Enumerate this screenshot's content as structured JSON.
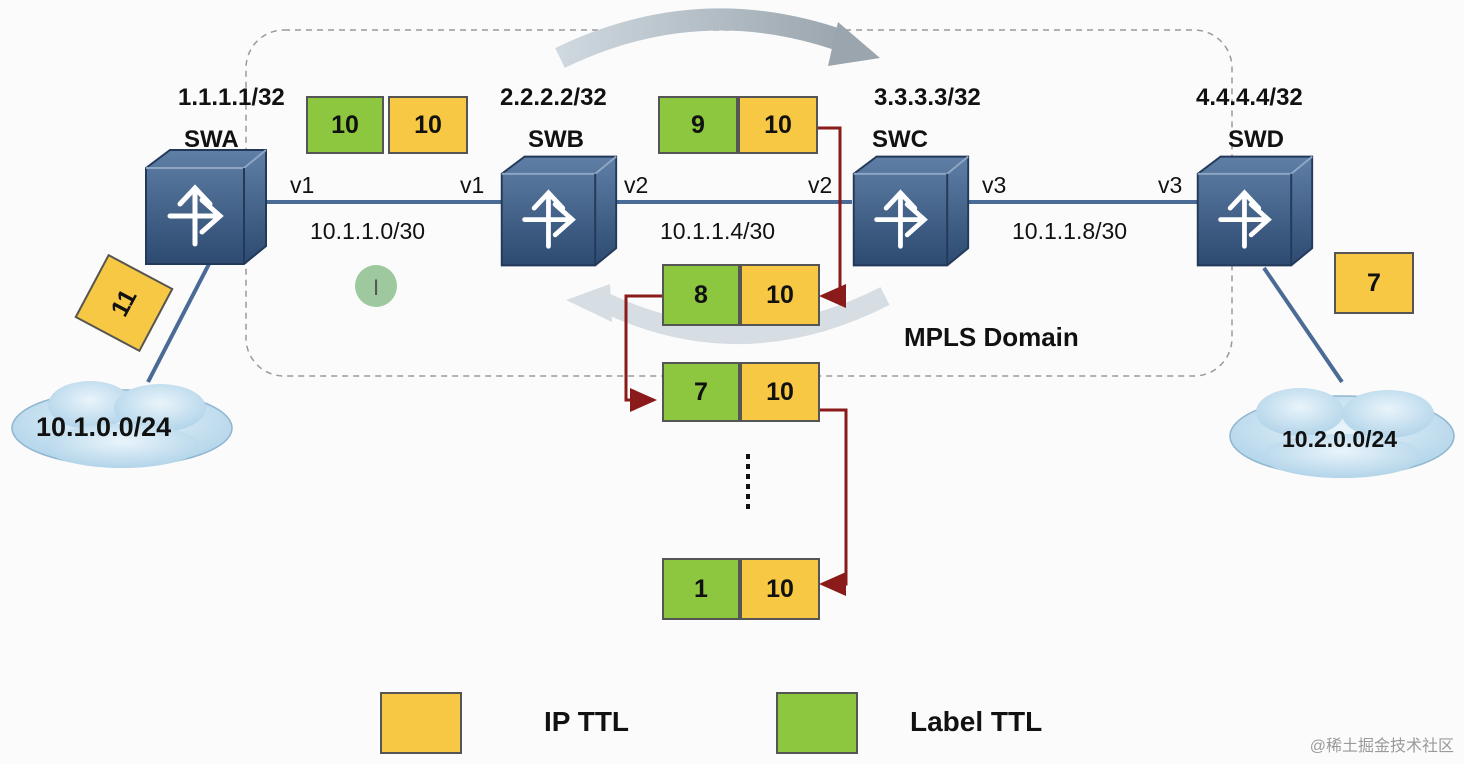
{
  "routers": {
    "swa": {
      "name": "SWA",
      "loopback": "1.1.1.1/32"
    },
    "swb": {
      "name": "SWB",
      "loopback": "2.2.2.2/32"
    },
    "swc": {
      "name": "SWC",
      "loopback": "3.3.3.3/32"
    },
    "swd": {
      "name": "SWD",
      "loopback": "4.4.4.4/32"
    }
  },
  "links": {
    "ab": {
      "subnet": "10.1.1.0/30",
      "left_if": "v1",
      "right_if": "v1"
    },
    "bc": {
      "subnet": "10.1.1.4/30",
      "left_if": "v2",
      "right_if": "v2"
    },
    "cd": {
      "subnet": "10.1.1.8/30",
      "left_if": "v3",
      "right_if": "v3"
    }
  },
  "networks": {
    "left": "10.1.0.0/24",
    "right": "10.2.0.0/24"
  },
  "domain_label": "MPLS Domain",
  "packets": {
    "swa_ip_ttl": "11",
    "ab": {
      "label_ttl": "10",
      "ip_ttl": "10"
    },
    "bc": {
      "label_ttl": "9",
      "ip_ttl": "10"
    },
    "loop1": {
      "label_ttl": "8",
      "ip_ttl": "10"
    },
    "loop2": {
      "label_ttl": "7",
      "ip_ttl": "10"
    },
    "loop_last": {
      "label_ttl": "1",
      "ip_ttl": "10"
    },
    "swd_ip_ttl": "7"
  },
  "legend": {
    "ip_ttl": "IP TTL",
    "label_ttl": "Label TTL"
  },
  "colors": {
    "ip_ttl": "#f7c843",
    "label_ttl": "#8dc63f",
    "loop_arrow": "#8b1a1a",
    "link": "#4a6b95"
  },
  "watermark": "@稀土掘金技术社区"
}
